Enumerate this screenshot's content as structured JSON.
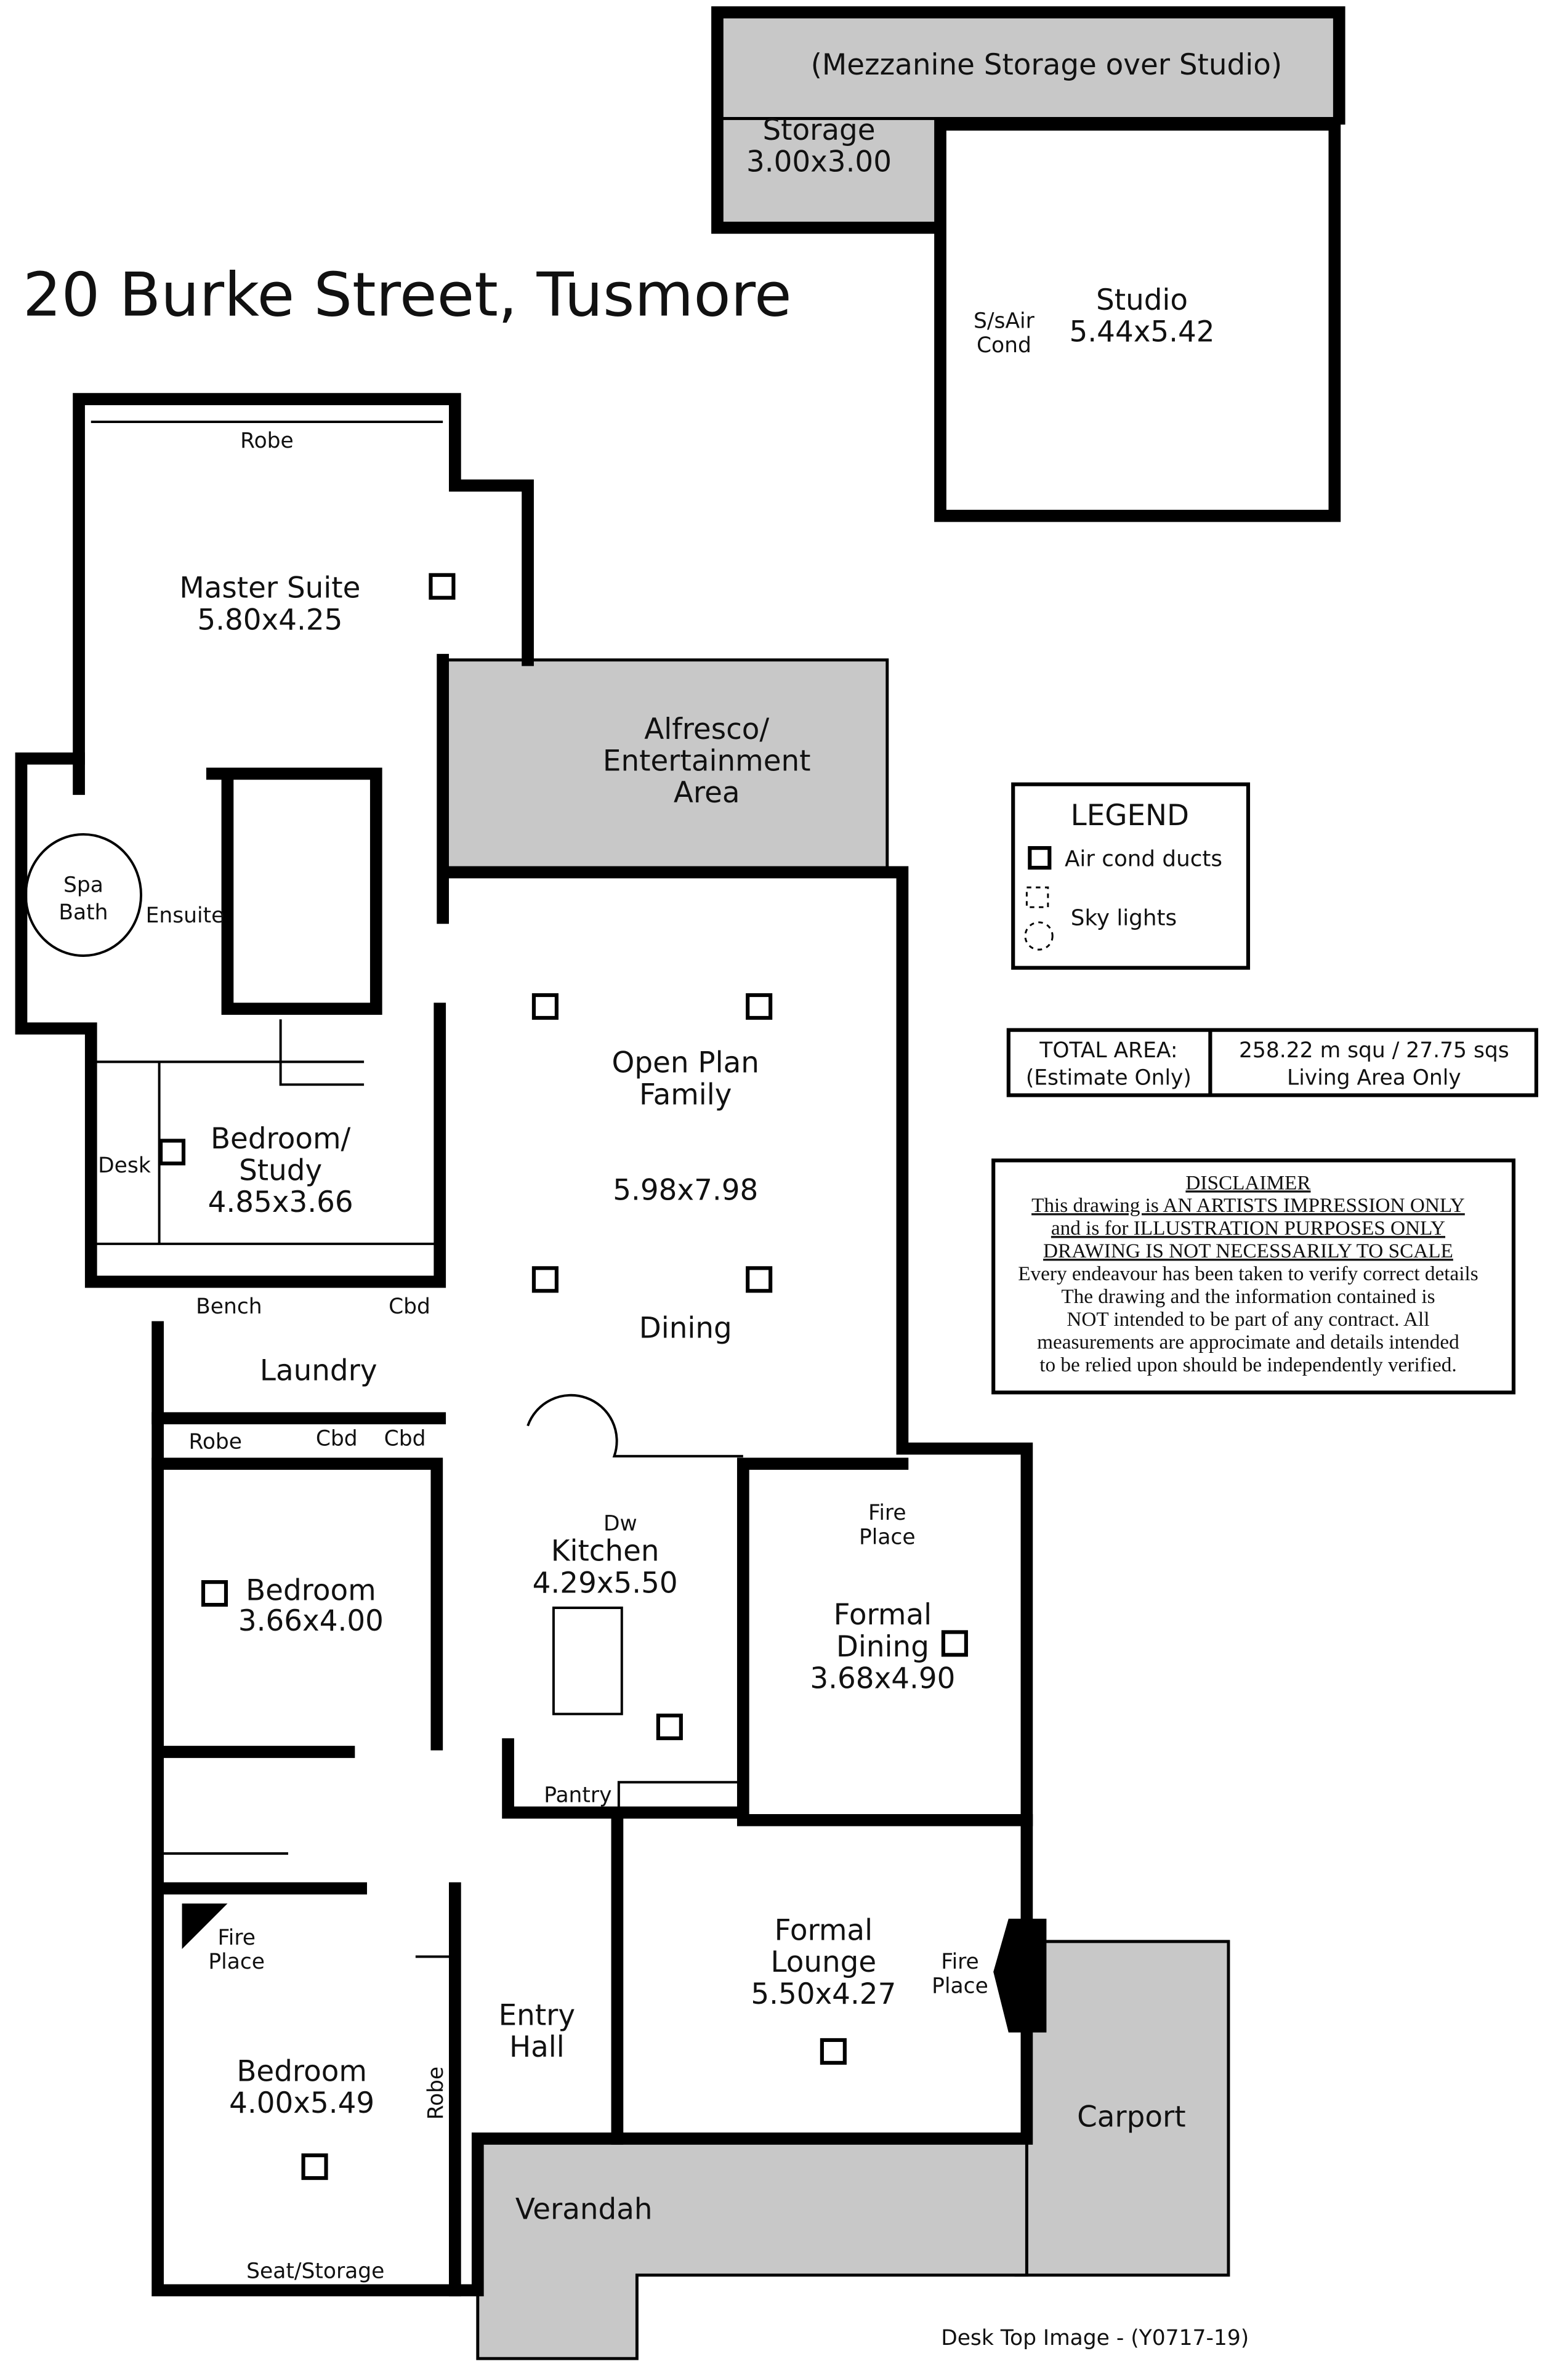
{
  "title": "20 Burke Street, Tusmore",
  "rooms": {
    "mezzanine": "(Mezzanine Storage over Studio)",
    "storage": {
      "name": "Storage",
      "size": "3.00x3.00"
    },
    "studio": {
      "name": "Studio",
      "size": "5.44x5.42",
      "ac_1": "S/sAir",
      "ac_2": "Cond"
    },
    "master": {
      "robe": "Robe",
      "name": "Master Suite",
      "size": "5.80x4.25"
    },
    "alfresco": {
      "line1": "Alfresco/",
      "line2": "Entertainment",
      "line3": "Area"
    },
    "spa": {
      "line1": "Spa",
      "line2": "Bath"
    },
    "ensuite": "Ensuite",
    "family": {
      "line1": "Open Plan",
      "line2": "Family",
      "size": "5.98x7.98",
      "dining": "Dining"
    },
    "study": {
      "line1": "Bedroom/",
      "line2": "Study",
      "size": "4.85x3.66",
      "desk": "Desk"
    },
    "laundry": {
      "name": "Laundry",
      "bench": "Bench",
      "cbd1": "Cbd",
      "cbd2": "Cbd",
      "cbd3": "Cbd",
      "robe": "Robe"
    },
    "bedroom2": {
      "name": "Bedroom",
      "size": "3.66x4.00"
    },
    "kitchen": {
      "name": "Kitchen",
      "size": "4.29x5.50",
      "dw": "Dw",
      "pantry": "Pantry"
    },
    "formal_dining": {
      "fire1": "Fire",
      "fire2": "Place",
      "line1": "Formal",
      "line2": "Dining",
      "size": "3.68x4.90"
    },
    "bedroom1": {
      "fire1": "Fire",
      "fire2": "Place",
      "name": "Bedroom",
      "size": "4.00x5.49",
      "robe": "Robe",
      "seat": "Seat/Storage"
    },
    "entry": {
      "line1": "Entry",
      "line2": "Hall"
    },
    "lounge": {
      "line1": "Formal",
      "line2": "Lounge",
      "size": "5.50x4.27",
      "fire1": "Fire",
      "fire2": "Place"
    },
    "carport": "Carport",
    "verandah": "Verandah"
  },
  "legend": {
    "title": "LEGEND",
    "air": "Air cond ducts",
    "sky": "Sky lights"
  },
  "area": {
    "label1": "TOTAL AREA:",
    "label2": "(Estimate Only)",
    "value1": "258.22 m squ /  27.75 sqs",
    "value2": "Living Area Only"
  },
  "disclaimer": {
    "heading": "DISCLAIMER",
    "lines": [
      "This drawing is AN ARTISTS IMPRESSION ONLY",
      "and is for ILLUSTRATION PURPOSES ONLY",
      "DRAWING IS NOT NECESSARILY TO SCALE",
      "Every endeavour has been taken to verify correct details",
      "The drawing and the information contained is",
      "NOT intended to be part of any contract. All",
      "measurements are approcimate and details intended",
      "to be relied upon should be independently verified."
    ]
  },
  "footer": "Desk Top Image - (Y0717-19)"
}
